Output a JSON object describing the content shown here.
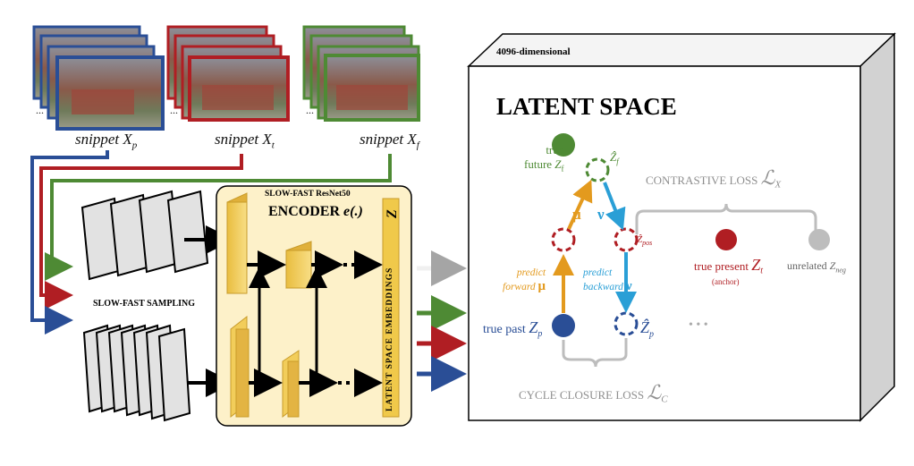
{
  "snippets": {
    "past": {
      "text": "snippet X",
      "sub": "p"
    },
    "present": {
      "text": "snippet X",
      "sub": "t"
    },
    "future": {
      "text": "snippet X",
      "sub": "f"
    },
    "stack_dots": "..."
  },
  "encoder": {
    "arch": "SLOW-FAST  ResNet50",
    "name": "ENCODER",
    "func": " e(.)",
    "embeddings_label": "LATENT SPACE EMBEDDINGS",
    "embeddings_symbol": "Z"
  },
  "sampling_label": "SLOW-FAST SAMPLING",
  "latent": {
    "dim_label": "4096-dimensional",
    "title": "LATENT SPACE",
    "true_future": [
      "true",
      "future"
    ],
    "true_future_sym": "Z",
    "true_future_sub": "f",
    "zf_hat": "Ẑ",
    "zf_hat_sub": "f",
    "zpos_hat": "Ẑ",
    "zpos_hat_sub": "pos",
    "mu": "μ",
    "nu": "ν",
    "predict_forward": [
      "predict",
      "forward"
    ],
    "predict_backward": [
      "predict",
      "backward"
    ],
    "true_past": "true past",
    "true_past_sym": "Z",
    "true_past_sub": "p",
    "zp_hat": "Ẑ",
    "zp_hat_sub": "p",
    "true_present": "true present",
    "true_present_sym": "Z",
    "true_present_sub": "t",
    "anchor": "(anchor)",
    "unrelated": "unrelated",
    "unrelated_sym": "Z",
    "unrelated_sub": "neg",
    "ellipsis": "• • •",
    "contrastive_loss": "CONTRASTIVE LOSS",
    "contrastive_sym": "ℒ",
    "contrastive_sub": "X",
    "cycle_loss": "CYCLE CLOSURE LOSS",
    "cycle_sym": "ℒ",
    "cycle_sub": "C"
  },
  "colors": {
    "past": "#2a4e96",
    "present": "#b01e23",
    "future": "#4e8a34",
    "predict": "#e39a1e",
    "cyan": "#2a9fd6",
    "encoder_bg": "#fdf1c9",
    "block": "#f6d265"
  }
}
